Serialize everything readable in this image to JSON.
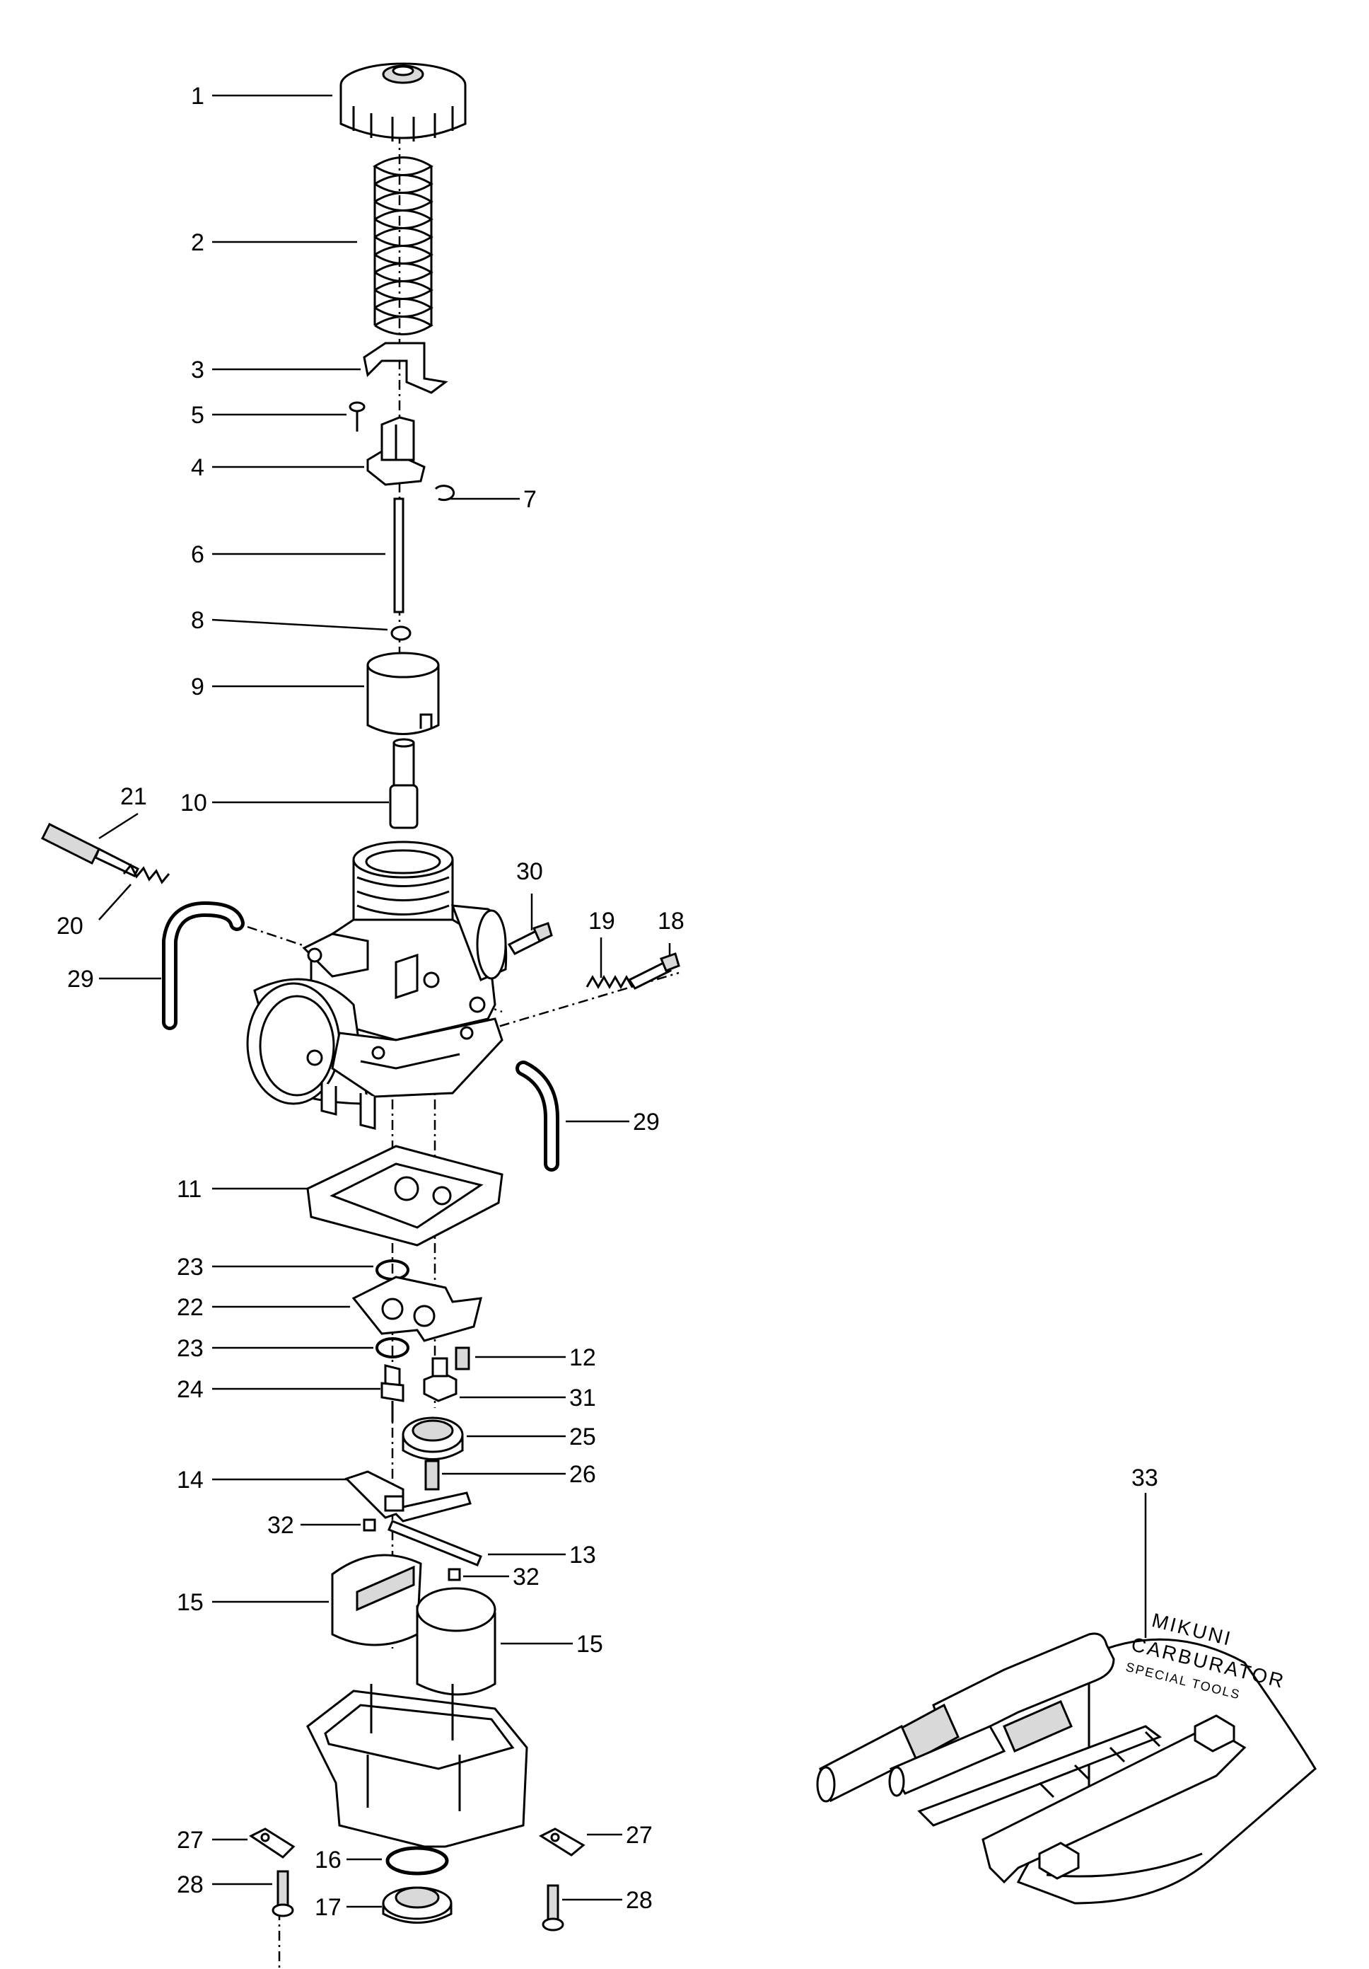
{
  "diagram": {
    "parts": [
      {
        "id": "1",
        "label": "1"
      },
      {
        "id": "2",
        "label": "2"
      },
      {
        "id": "3",
        "label": "3"
      },
      {
        "id": "4",
        "label": "4"
      },
      {
        "id": "5",
        "label": "5"
      },
      {
        "id": "6",
        "label": "6"
      },
      {
        "id": "7",
        "label": "7"
      },
      {
        "id": "8",
        "label": "8"
      },
      {
        "id": "9",
        "label": "9"
      },
      {
        "id": "10",
        "label": "10"
      },
      {
        "id": "11",
        "label": "11"
      },
      {
        "id": "12",
        "label": "12"
      },
      {
        "id": "13",
        "label": "13"
      },
      {
        "id": "14",
        "label": "14"
      },
      {
        "id": "15a",
        "label": "15"
      },
      {
        "id": "15b",
        "label": "15"
      },
      {
        "id": "16",
        "label": "16"
      },
      {
        "id": "17",
        "label": "17"
      },
      {
        "id": "18",
        "label": "18"
      },
      {
        "id": "19",
        "label": "19"
      },
      {
        "id": "20",
        "label": "20"
      },
      {
        "id": "21",
        "label": "21"
      },
      {
        "id": "22",
        "label": "22"
      },
      {
        "id": "23a",
        "label": "23"
      },
      {
        "id": "23b",
        "label": "23"
      },
      {
        "id": "24",
        "label": "24"
      },
      {
        "id": "25",
        "label": "25"
      },
      {
        "id": "26",
        "label": "26"
      },
      {
        "id": "27a",
        "label": "27"
      },
      {
        "id": "27b",
        "label": "27"
      },
      {
        "id": "28a",
        "label": "28"
      },
      {
        "id": "28b",
        "label": "28"
      },
      {
        "id": "29a",
        "label": "29"
      },
      {
        "id": "29b",
        "label": "29"
      },
      {
        "id": "30",
        "label": "30"
      },
      {
        "id": "31",
        "label": "31"
      },
      {
        "id": "32a",
        "label": "32"
      },
      {
        "id": "32b",
        "label": "32"
      },
      {
        "id": "33",
        "label": "33"
      }
    ],
    "tool_kit_text": [
      "MIKUNI",
      "CARBURATOR",
      "SPECIAL TOOLS"
    ]
  },
  "colors": {
    "ink": "#000000",
    "paper": "#ffffff",
    "shade": "#d9d9d9"
  }
}
